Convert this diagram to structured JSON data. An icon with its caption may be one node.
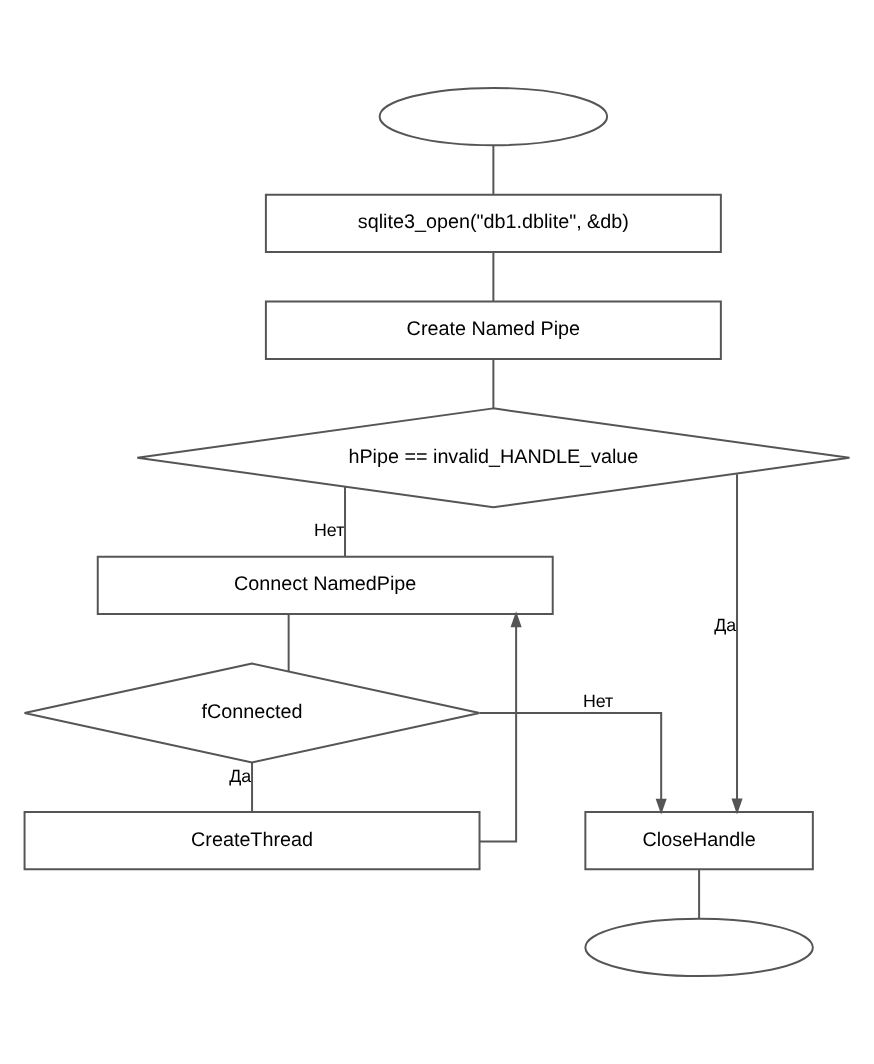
{
  "diagram": {
    "nodes": [
      {
        "text": [],
        "shape": "oval"
      },
      {
        "text": [
          "sqlite3_open(\"db1.dblite\", &db)"
        ]
      },
      {
        "text": [
          "Create Named Pipe"
        ]
      },
      {
        "text": [
          "hPipe == invalid_HANDLE_value"
        ]
      },
      {
        "text": [
          "Connect NamedPipe"
        ]
      },
      {
        "text": [
          "fConnected"
        ]
      },
      {
        "text": [
          "CreateThread"
        ]
      },
      {
        "text": [
          "CloseHandle"
        ]
      },
      {
        "text": [],
        "shape": "oval"
      }
    ],
    "edges": [
      {
        "from": 0,
        "to": 1,
        "arrow": "none"
      },
      {
        "from": 1,
        "to": 2,
        "arrow": "none"
      },
      {
        "from": 2,
        "to": 3,
        "arrow": "none"
      },
      {
        "from": 3,
        "to": 4,
        "arrow": "none",
        "label": "Нет"
      },
      {
        "from": 3,
        "to": 7,
        "arrow": "to",
        "label": "Да"
      },
      {
        "from": 4,
        "to": 5,
        "arrow": "none"
      },
      {
        "from": 5,
        "to": 6,
        "arrow": "none",
        "label": "Да"
      },
      {
        "from": 5,
        "to": 7,
        "arrow": "to",
        "label": "Нет"
      },
      {
        "from": 6,
        "to": 4,
        "arrow": "to"
      },
      {
        "from": 7,
        "to": 8,
        "arrow": "none"
      }
    ]
  }
}
